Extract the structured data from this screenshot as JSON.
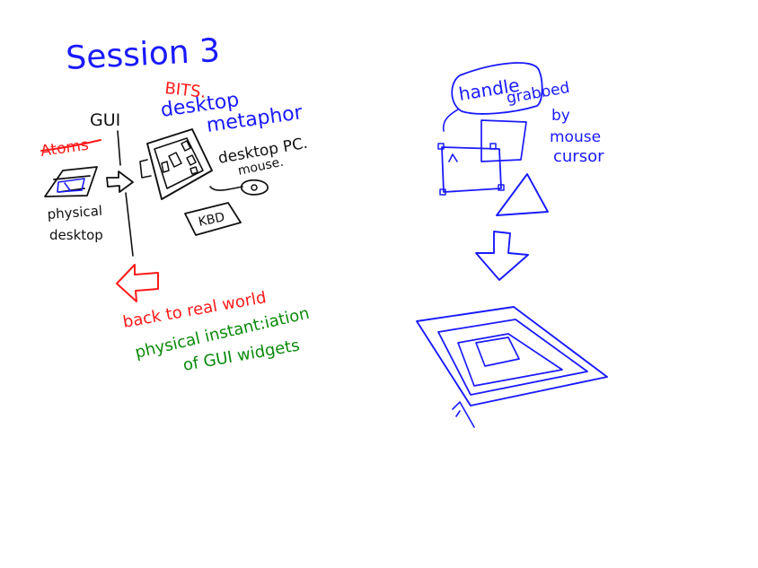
{
  "colors": {
    "black": "#111111",
    "blue": "#1a1aff",
    "red": "#ff1a1a",
    "green": "#0a8a0a",
    "background": "#ffffff"
  },
  "notes": {
    "title": "Session 3",
    "bits": "BITS.",
    "desktop": "desktop",
    "metaphor": "metaphor",
    "gui": "GUI",
    "desktop_pc": "desktop PC.",
    "atoms": "Atoms",
    "mouse": "mouse.",
    "kbd": "KBD",
    "physical": "physical",
    "desktop2": "desktop",
    "back_to_real_world": "back to real world",
    "physical_instantiation": "physical instant:iation",
    "of_gui_widgets": "of GUI widgets",
    "handle": "handle",
    "grabbed": "grabbed",
    "by": "by",
    "mouse2": "mouse",
    "cursor": "cursor"
  }
}
